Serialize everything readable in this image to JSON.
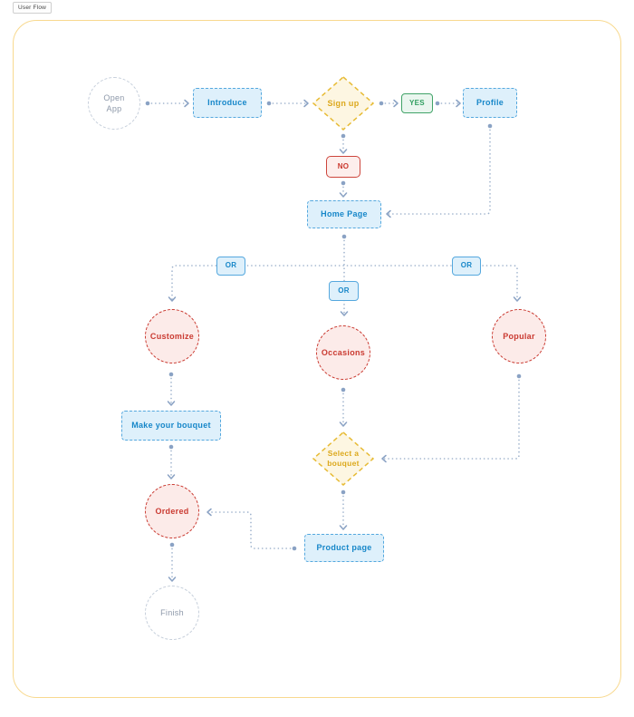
{
  "page": {
    "tag": "User Flow"
  },
  "colors": {
    "frame_border": "#f8d98f",
    "blue_fill": "#def0fb",
    "blue_border": "#55a8de",
    "blue_text": "#1787c9",
    "yellow_fill": "#fdf6e2",
    "yellow_border": "#e7bb35",
    "yellow_text": "#dca81c",
    "red_fill": "#fcebe9",
    "red_border": "#ca3a31",
    "red_text": "#ca362c",
    "green_fill": "#eaf6ef",
    "green_border": "#41a368",
    "green_text": "#2f9e5f",
    "gray_border": "#c6cfdb",
    "gray_text": "#8d98a9",
    "connector": "#9bb0cb"
  },
  "flow": {
    "nodes": {
      "open_app": {
        "label": "Open App",
        "type": "start-circle"
      },
      "introduce": {
        "label": "Introduce",
        "type": "process"
      },
      "sign_up": {
        "label": "Sign up",
        "type": "decision"
      },
      "yes": {
        "label": "YES",
        "type": "edge-label"
      },
      "profile": {
        "label": "Profile",
        "type": "process"
      },
      "no": {
        "label": "NO",
        "type": "edge-label"
      },
      "home_page": {
        "label": "Home Page",
        "type": "process"
      },
      "or_left": {
        "label": "OR",
        "type": "edge-label"
      },
      "or_center": {
        "label": "OR",
        "type": "edge-label"
      },
      "or_right": {
        "label": "OR",
        "type": "edge-label"
      },
      "customize": {
        "label": "Customize",
        "type": "option-circle"
      },
      "occasions": {
        "label": "Occasions",
        "type": "option-circle"
      },
      "popular": {
        "label": "Popular",
        "type": "option-circle"
      },
      "make_bouquet": {
        "label": "Make your bouquet",
        "type": "process"
      },
      "select_bouquet": {
        "label": "Select a bouquet",
        "line1": "Select a",
        "line2": "bouquet",
        "type": "decision"
      },
      "ordered": {
        "label": "Ordered",
        "type": "option-circle"
      },
      "product_page": {
        "label": "Product page",
        "type": "process"
      },
      "finish": {
        "label": "Finish",
        "type": "end-circle"
      }
    },
    "edges": [
      {
        "from": "open_app",
        "to": "introduce"
      },
      {
        "from": "introduce",
        "to": "sign_up"
      },
      {
        "from": "sign_up",
        "to": "profile",
        "label": "YES"
      },
      {
        "from": "sign_up",
        "to": "home_page",
        "label": "NO"
      },
      {
        "from": "profile",
        "to": "home_page"
      },
      {
        "from": "home_page",
        "to": "customize",
        "label": "OR"
      },
      {
        "from": "home_page",
        "to": "occasions",
        "label": "OR"
      },
      {
        "from": "home_page",
        "to": "popular",
        "label": "OR"
      },
      {
        "from": "customize",
        "to": "make_bouquet"
      },
      {
        "from": "occasions",
        "to": "select_bouquet"
      },
      {
        "from": "popular",
        "to": "select_bouquet"
      },
      {
        "from": "make_bouquet",
        "to": "ordered"
      },
      {
        "from": "select_bouquet",
        "to": "product_page"
      },
      {
        "from": "product_page",
        "to": "ordered"
      },
      {
        "from": "ordered",
        "to": "finish"
      }
    ]
  }
}
